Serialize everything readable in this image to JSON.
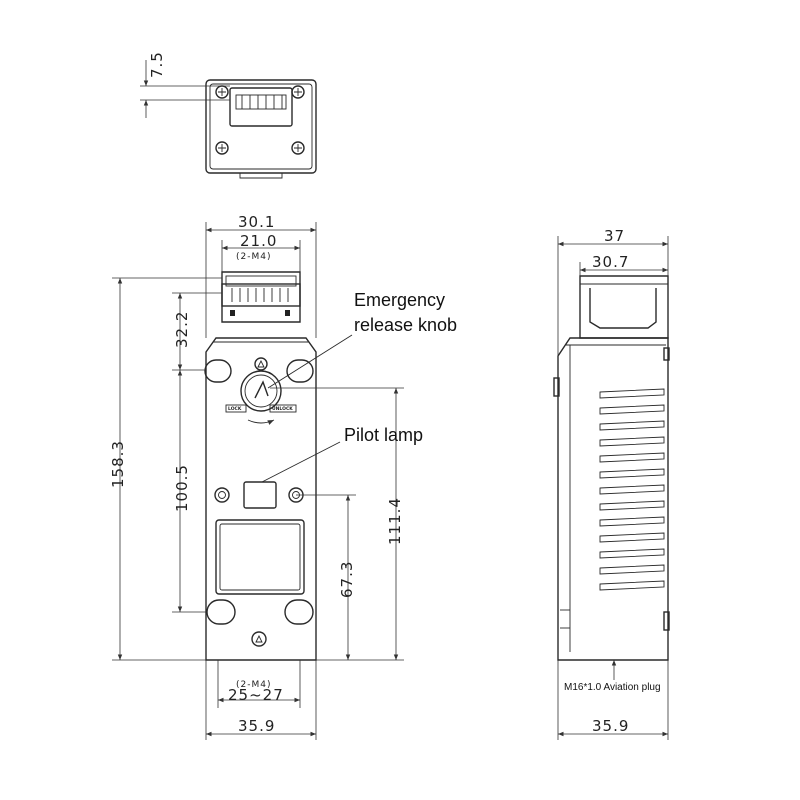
{
  "dimensions": {
    "top_gap": "7.5",
    "front_width": "30.1",
    "front_inner_width": "21.0",
    "front_top_holes": "(2-M4)",
    "front_offset": "32.2",
    "front_height": "158.3",
    "hole_spacing": "100.5",
    "lamp_height": "111.4",
    "lamp_to_bottom": "67.3",
    "bottom_holes": "(2-M4)",
    "bottom_spacing": "25~27",
    "bottom_width": "35.9",
    "side_depth": "37",
    "side_inner_depth": "30.7",
    "side_bottom_width": "35.9"
  },
  "callouts": {
    "emergency_line1": "Emergency",
    "emergency_line2": "release knob",
    "pilot_lamp": "Pilot lamp",
    "aviation_plug": "M16*1.0 Aviation plug"
  },
  "knob_labels": {
    "lock": "LOCK",
    "unlock": "UNLOCK"
  }
}
